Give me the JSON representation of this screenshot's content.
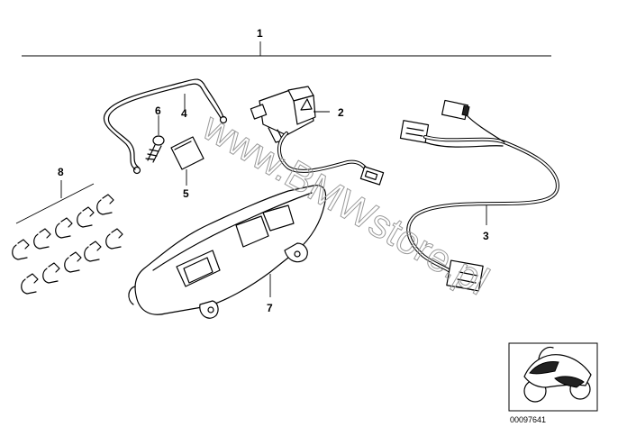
{
  "diagram": {
    "callouts": {
      "c1": "1",
      "c2": "2",
      "c3": "3",
      "c4": "4",
      "c5": "5",
      "c6": "6",
      "c7": "7",
      "c8": "8"
    },
    "watermark": "www.BMWstore.pl",
    "thumbnail_code": "00097641"
  }
}
